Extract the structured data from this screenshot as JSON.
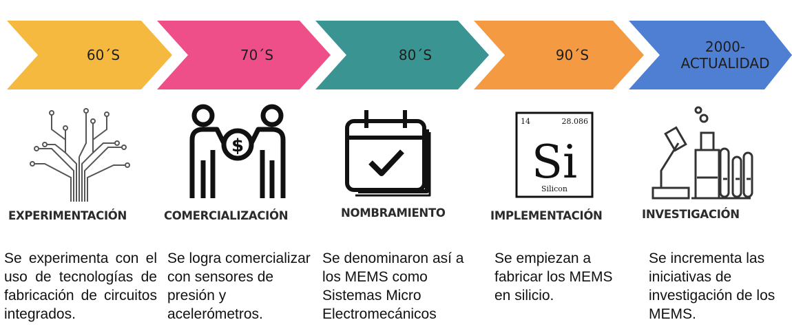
{
  "stages": [
    {
      "era": "60´S",
      "title": "EXPERIMENTACIÓN",
      "color": "#F5B940",
      "icon": "circuit-tree-icon",
      "description": "Se experimenta con el uso de tecnologías de fabricación de circuitos integrados."
    },
    {
      "era": "70´S",
      "title": "COMERCIALIZACIÓN",
      "color": "#EE4F88",
      "icon": "business-deal-icon",
      "description": "Se logra comercializar con sensores de presión y acelerómetros."
    },
    {
      "era": "80´S",
      "title": "NOMBRAMIENTO",
      "color": "#3A9592",
      "icon": "calendar-check-icon",
      "description": "Se denominaron así a los MEMS como Sistemas Micro Electromecánicos"
    },
    {
      "era": "90´S",
      "title": "IMPLEMENTACIÓN",
      "color": "#F39A43",
      "icon": "silicon-element-icon",
      "description": "Se empiezan a fabricar los MEMS en silicio."
    },
    {
      "era": "2000-\nACTUALIDAD",
      "title": "INVESTIGACIÓN",
      "color": "#4F7FD3",
      "icon": "laboratory-icon",
      "description": "Se incrementa las iniciativas de investigación de los MEMS."
    }
  ],
  "silicon": {
    "number": "14",
    "mass": "28.086",
    "symbol": "Si",
    "name": "Silicon"
  }
}
